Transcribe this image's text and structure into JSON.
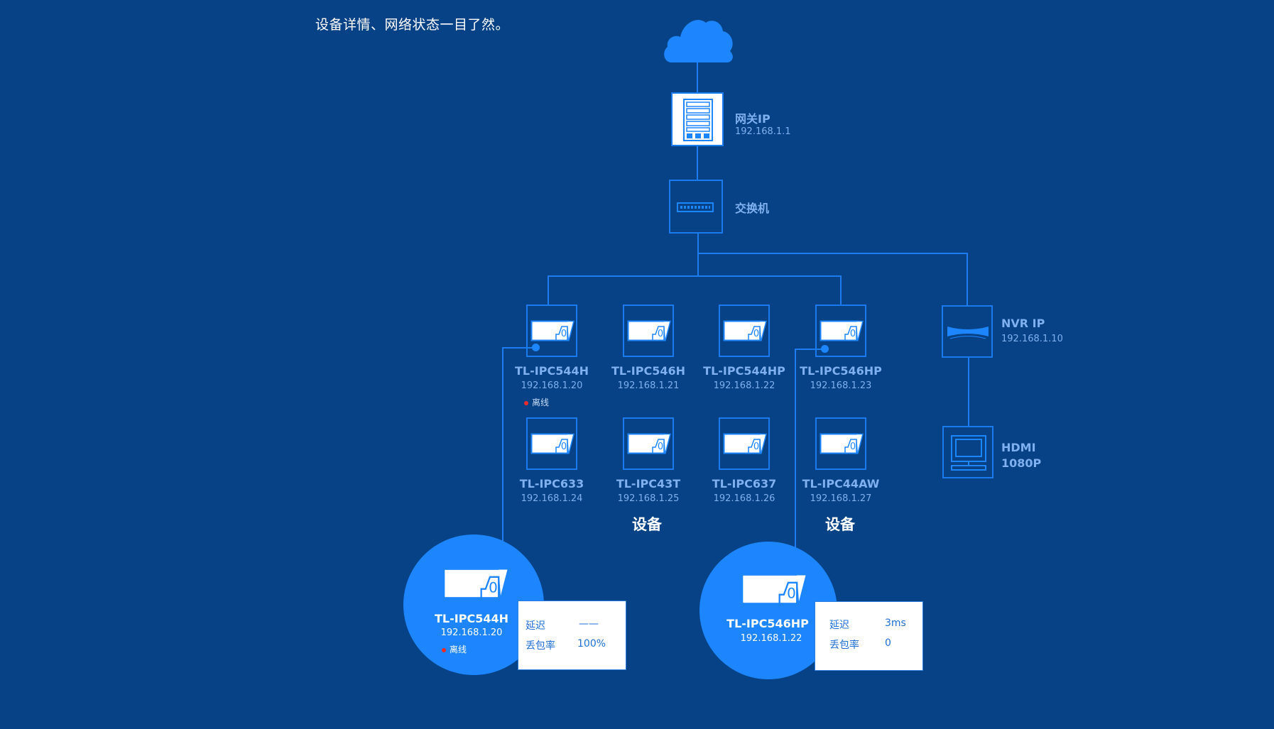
{
  "caption": "设备详情、网络状态一目了然。",
  "gateway": {
    "title": "网关IP",
    "ip": "192.168.1.1"
  },
  "switch": {
    "title": "交换机"
  },
  "nvr": {
    "title": "NVR IP",
    "ip": "192.168.1.10"
  },
  "display": {
    "line1": "HDMI",
    "line2": "1080P"
  },
  "cameras": [
    {
      "name": "TL-IPC544H",
      "ip": "192.168.1.20",
      "status": "离线"
    },
    {
      "name": "TL-IPC546H",
      "ip": "192.168.1.21"
    },
    {
      "name": "TL-IPC544HP",
      "ip": "192.168.1.22"
    },
    {
      "name": "TL-IPC546HP",
      "ip": "192.168.1.23"
    },
    {
      "name": "TL-IPC633",
      "ip": "192.168.1.24"
    },
    {
      "name": "TL-IPC43T",
      "ip": "192.168.1.25"
    },
    {
      "name": "TL-IPC637",
      "ip": "192.168.1.26"
    },
    {
      "name": "TL-IPC44AW",
      "ip": "192.168.1.27"
    }
  ],
  "group_labels": [
    "设备",
    "设备"
  ],
  "details": [
    {
      "name": "TL-IPC544H",
      "ip": "192.168.1.20",
      "status": "离线",
      "latency_label": "延迟",
      "latency": "——",
      "loss_label": "丢包率",
      "loss": "100%"
    },
    {
      "name": "TL-IPC546HP",
      "ip": "192.168.1.22",
      "latency_label": "延迟",
      "latency": "3ms",
      "loss_label": "丢包率",
      "loss": "0"
    }
  ],
  "colors": {
    "background": "#074286",
    "accent": "#1d86ff",
    "offline": "#ee2a2a"
  }
}
